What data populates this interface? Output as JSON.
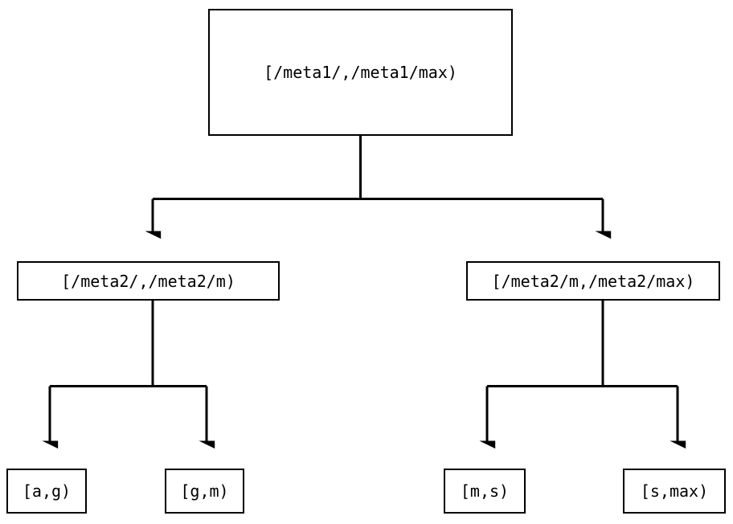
{
  "diagram": {
    "type": "tree",
    "title": "",
    "background_color": "#ffffff",
    "line_color": "#000000",
    "text_color": "#000000",
    "nodes": {
      "root": {
        "label": "[/meta1/,/meta1/max)"
      },
      "mid_left": {
        "label": "[/meta2/,/meta2/m)"
      },
      "mid_right": {
        "label": "[/meta2/m,/meta2/max)"
      },
      "leaf_ag": {
        "label": "[a,g)"
      },
      "leaf_gm": {
        "label": "[g,m)"
      },
      "leaf_ms": {
        "label": "[m,s)"
      },
      "leaf_smax": {
        "label": "[s,max)"
      }
    },
    "edges": [
      {
        "from": "root",
        "to": "mid_left",
        "arrow": "down"
      },
      {
        "from": "root",
        "to": "mid_right",
        "arrow": "down"
      },
      {
        "from": "mid_left",
        "to": "leaf_ag",
        "arrow": "down"
      },
      {
        "from": "mid_left",
        "to": "leaf_gm",
        "arrow": "down"
      },
      {
        "from": "mid_right",
        "to": "leaf_ms",
        "arrow": "down"
      },
      {
        "from": "mid_right",
        "to": "leaf_smax",
        "arrow": "down"
      }
    ]
  }
}
